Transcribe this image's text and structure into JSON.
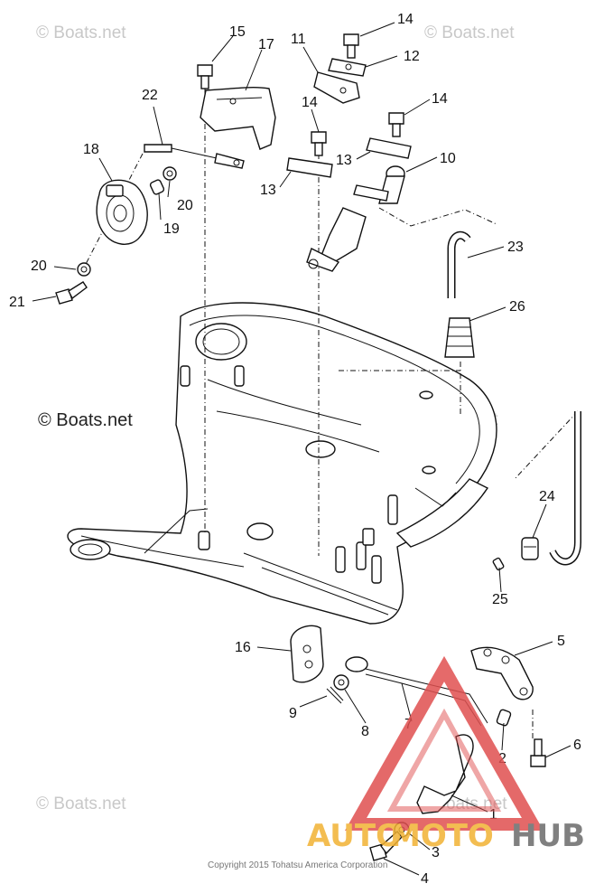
{
  "callouts": [
    {
      "id": "1",
      "label": "1"
    },
    {
      "id": "2",
      "label": "2"
    },
    {
      "id": "3",
      "label": "3"
    },
    {
      "id": "4",
      "label": "4"
    },
    {
      "id": "5",
      "label": "5"
    },
    {
      "id": "6",
      "label": "6"
    },
    {
      "id": "7",
      "label": "7"
    },
    {
      "id": "8",
      "label": "8"
    },
    {
      "id": "9",
      "label": "9"
    },
    {
      "id": "10",
      "label": "10"
    },
    {
      "id": "11",
      "label": "11"
    },
    {
      "id": "12",
      "label": "12"
    },
    {
      "id": "13a",
      "label": "13"
    },
    {
      "id": "13b",
      "label": "13"
    },
    {
      "id": "14a",
      "label": "14"
    },
    {
      "id": "14b",
      "label": "14"
    },
    {
      "id": "14c",
      "label": "14"
    },
    {
      "id": "15",
      "label": "15"
    },
    {
      "id": "16",
      "label": "16"
    },
    {
      "id": "17",
      "label": "17"
    },
    {
      "id": "18",
      "label": "18"
    },
    {
      "id": "19",
      "label": "19"
    },
    {
      "id": "20a",
      "label": "20"
    },
    {
      "id": "20b",
      "label": "20"
    },
    {
      "id": "21",
      "label": "21"
    },
    {
      "id": "22",
      "label": "22"
    },
    {
      "id": "23",
      "label": "23"
    },
    {
      "id": "24",
      "label": "24"
    },
    {
      "id": "25",
      "label": "25"
    },
    {
      "id": "26",
      "label": "26"
    }
  ],
  "watermarks": {
    "light": "© Boats.net",
    "main": "© Boats.net"
  },
  "copyright": "Copyright 2015 Tohatsu America Corporation",
  "brand": {
    "part1": "AUTO",
    "part2": "MOTO",
    "part3": "HUB",
    "color_red": "#e05050",
    "color_yellow": "#f2b233",
    "color_gray": "#6b6b6b"
  }
}
